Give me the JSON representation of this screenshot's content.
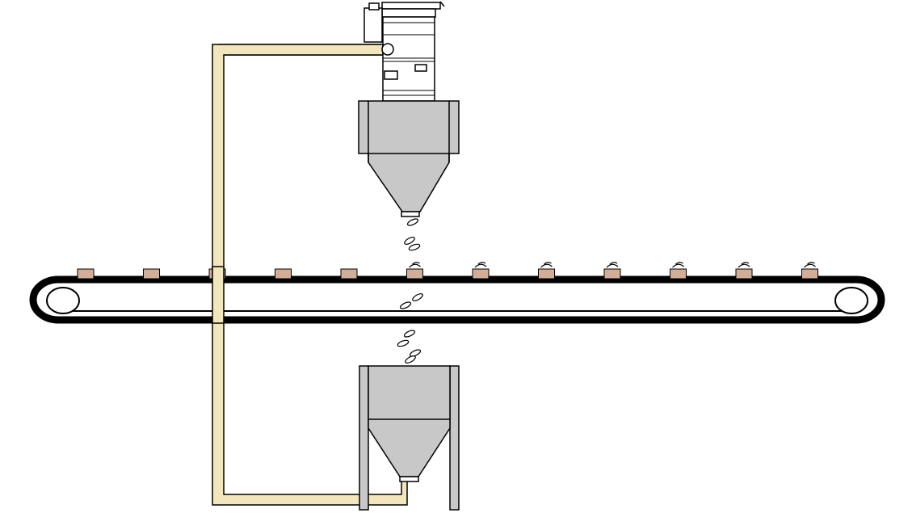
{
  "diagram": {
    "type": "pneumatic-conveying-process",
    "components": [
      "vacuum-receiver",
      "upper-hopper",
      "conveying-line",
      "belt-conveyor",
      "lower-hopper"
    ],
    "belt_items": {
      "count": 12
    },
    "falling_pellet_count": 9,
    "colors": {
      "background": "#ffffff",
      "outline": "#000000",
      "hopper_fill": "#c8c8c8",
      "hopper_upper_fill": "#d4d4d4",
      "conveying_line": "#f3e6bd",
      "belt": "#000000",
      "product": "#d2ad97",
      "pellet": "#ffffff"
    }
  }
}
